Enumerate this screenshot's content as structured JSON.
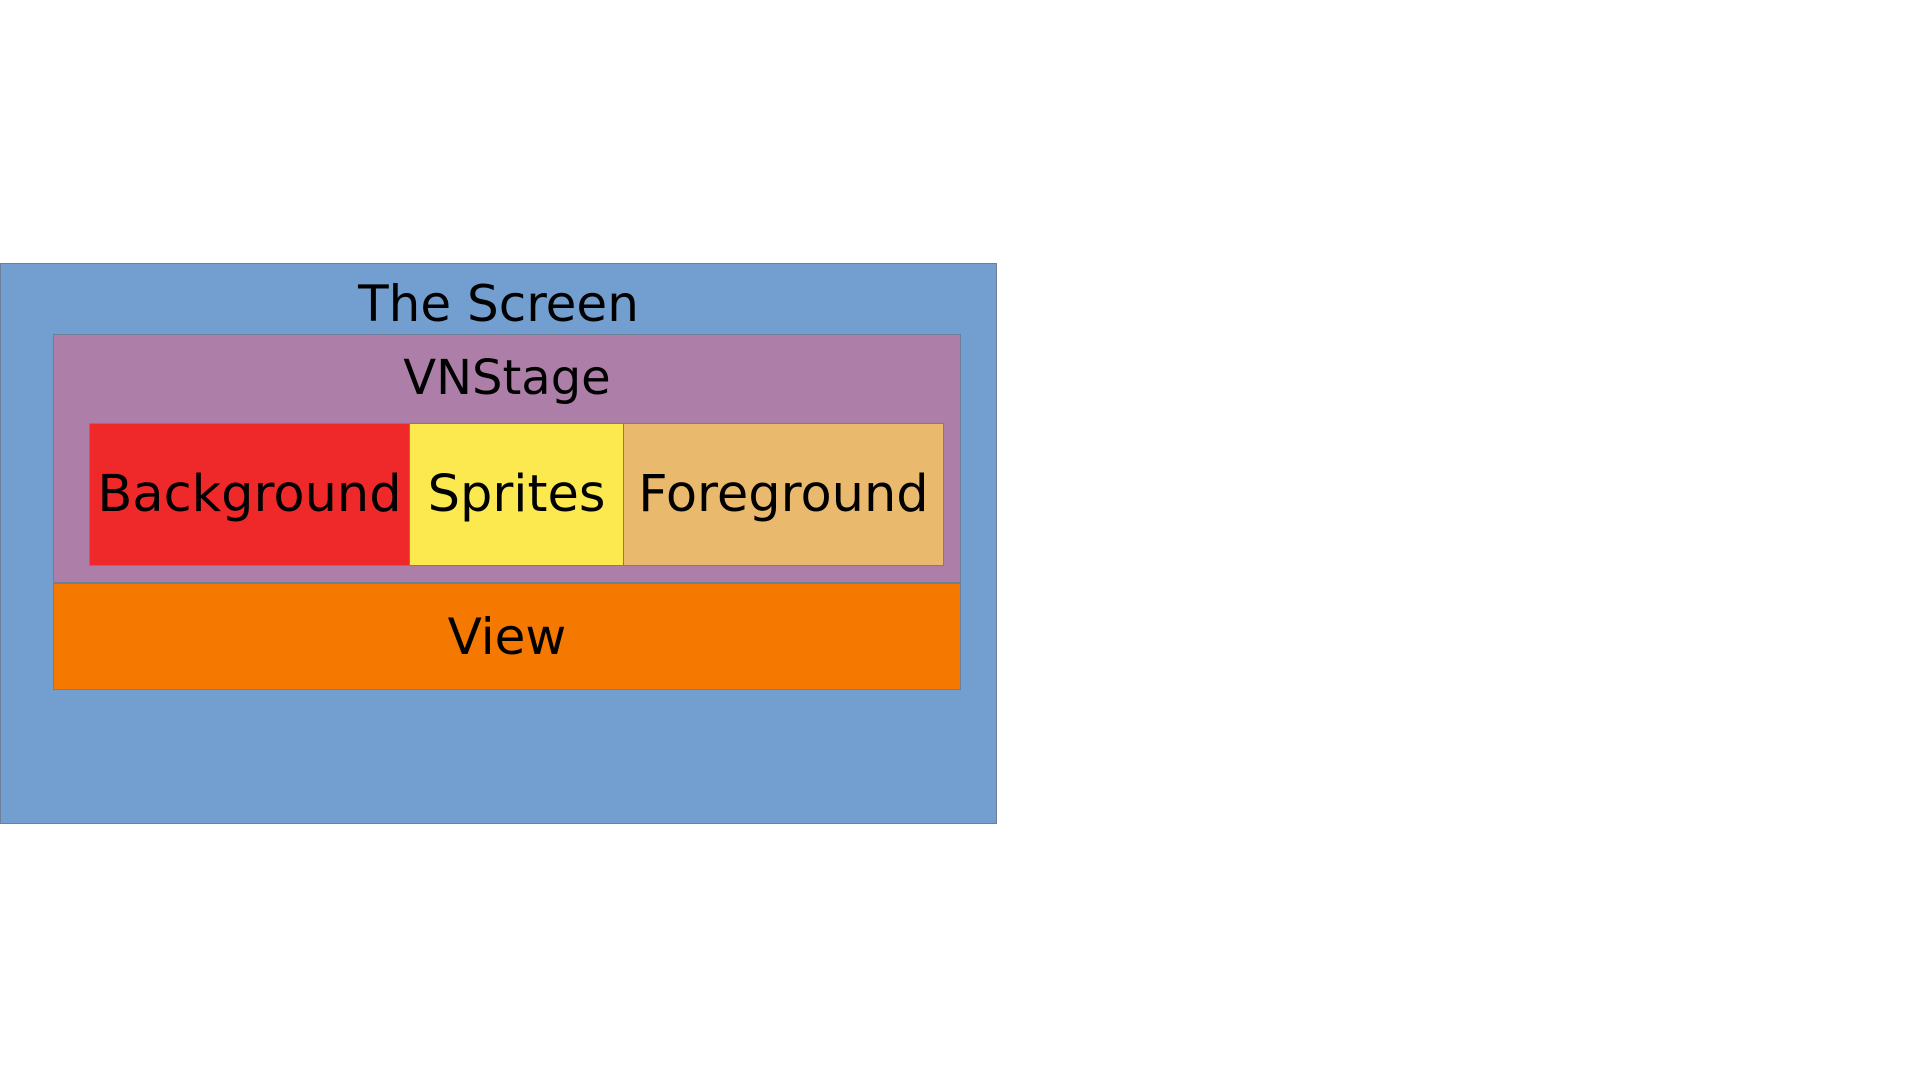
{
  "diagram": {
    "screen": {
      "label": "The Screen",
      "color": "#729fcf"
    },
    "stage": {
      "label": "VNStage",
      "color": "#ad7fa8"
    },
    "layers": [
      {
        "label": "Background",
        "color": "#ef2929"
      },
      {
        "label": "Sprites",
        "color": "#fce94f"
      },
      {
        "label": "Foreground",
        "color": "#e9b96e"
      }
    ],
    "view": {
      "label": "View",
      "color": "#f57900"
    }
  }
}
